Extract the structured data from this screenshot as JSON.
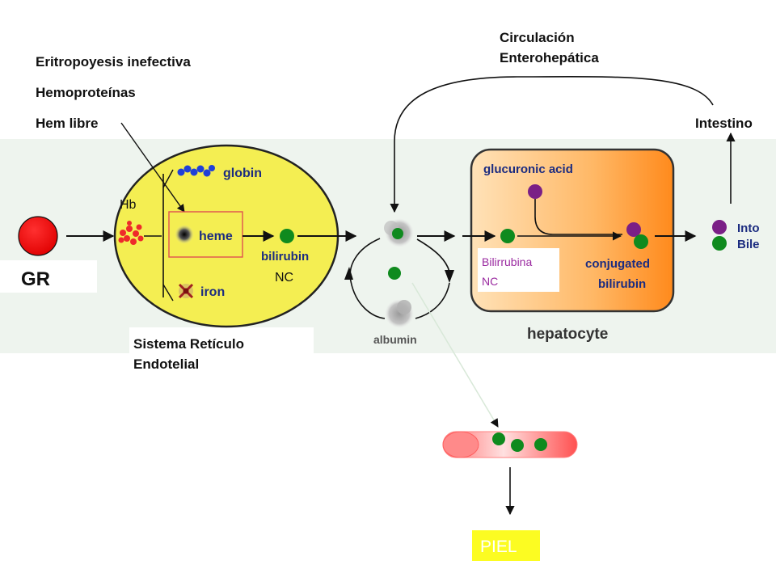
{
  "labels": {
    "eritropoyesis": "Eritropoyesis inefectiva",
    "hemoproteinas": "Hemoproteínas",
    "hem_libre": "Hem libre",
    "circulacion_line1": "Circulación",
    "circulacion_line2": "Enterohepática",
    "intestino": "Intestino",
    "hb": "Hb",
    "globin": "globin",
    "heme": "heme",
    "iron": "iron",
    "bilirubin": "bilirubin",
    "nc": "NC",
    "gr": "GR",
    "sistema_line1": "Sistema Retículo",
    "sistema_line2": "Endotelial",
    "albumin": "albumin",
    "glucuronic": "glucuronic acid",
    "bilirrubina_nc_line1": "Bilirrubina",
    "bilirrubina_nc_line2": "NC",
    "conjugated_line1": "conjugated",
    "conjugated_line2": "bilirubin",
    "hepatocyte": "hepatocyte",
    "into_bile_line1": "Into",
    "into_bile_line2": "Bile",
    "piel": "PIEL"
  },
  "colors": {
    "red_cell": "#ee0000",
    "reticuloendothelial_cell": "#f4ee52",
    "hepatocyte_fill": "#ffb060",
    "bilirubin_dot": "#0f8a1e",
    "glucuronic_dot": "#7a1f86",
    "globin_chain": "#2040d8",
    "navy_text": "#1c2c80",
    "background_band": "#eef4ee",
    "piel_box": "#fcfc22",
    "piel_text": "#ffffff",
    "arrow": "#111111"
  }
}
